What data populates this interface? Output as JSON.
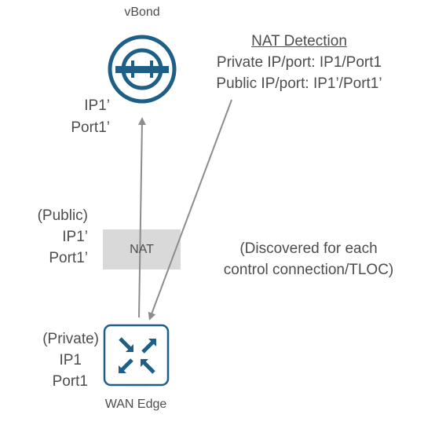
{
  "vbond": {
    "label": "vBond",
    "ip": "IP1’",
    "port": "Port1’",
    "icon": "vbond-circle-icon"
  },
  "nat_detection": {
    "title": "NAT Detection",
    "private_line": "Private IP/port: IP1/Port1",
    "public_line": "Public IP/port: IP1’/Port1’"
  },
  "nat": {
    "label": "NAT",
    "public_label": "(Public)",
    "ip": "IP1’",
    "port": "Port1’",
    "note_line1": "(Discovered for each",
    "note_line2": "control connection/TLOC)"
  },
  "wan_edge": {
    "label": "WAN Edge",
    "private_label": "(Private)",
    "ip": "IP1",
    "port": "Port1",
    "icon": "wan-edge-arrows-icon"
  },
  "colors": {
    "brand": "#1d5f86",
    "text": "#4d4d4d",
    "arrow": "#8c8c8c",
    "nat_box": "#d9d9d9"
  }
}
